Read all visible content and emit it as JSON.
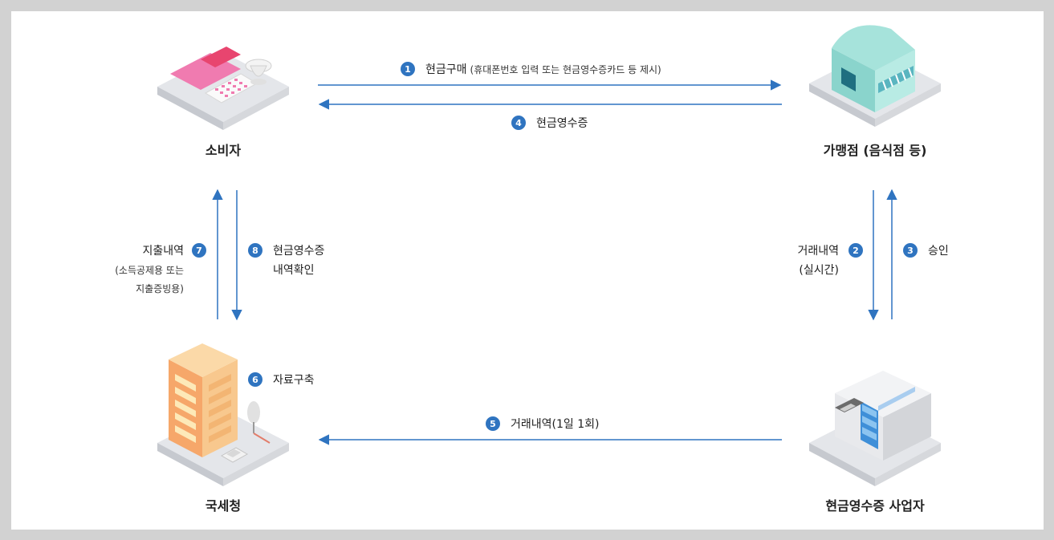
{
  "nodes": {
    "consumer": {
      "label": "소비자"
    },
    "merchant": {
      "label": "가맹점 (음식점 등)"
    },
    "nts": {
      "label": "국세청"
    },
    "operator": {
      "label": "현금영수증 사업자"
    }
  },
  "steps": [
    {
      "num": "1",
      "text": "현금구매",
      "sub": "(휴대폰번호 입력 또는 현금영수증카드 등 제시)"
    },
    {
      "num": "2",
      "text": "거래내역",
      "sub": "(실시간)"
    },
    {
      "num": "3",
      "text": "승인"
    },
    {
      "num": "4",
      "text": "현금영수증"
    },
    {
      "num": "5",
      "text": "거래내역(1일 1회)"
    },
    {
      "num": "6",
      "text": "자료구축"
    },
    {
      "num": "7",
      "text": "지출내역",
      "sub": "(소득공제용 또는",
      "sub2": "지출증빙용)"
    },
    {
      "num": "8",
      "text": "현금영수증",
      "sub": "내역확인"
    }
  ],
  "colors": {
    "arrow": "#2f74c0",
    "badge": "#2f74c0",
    "background": "#ffffff",
    "frame": "#d2d2d2"
  }
}
